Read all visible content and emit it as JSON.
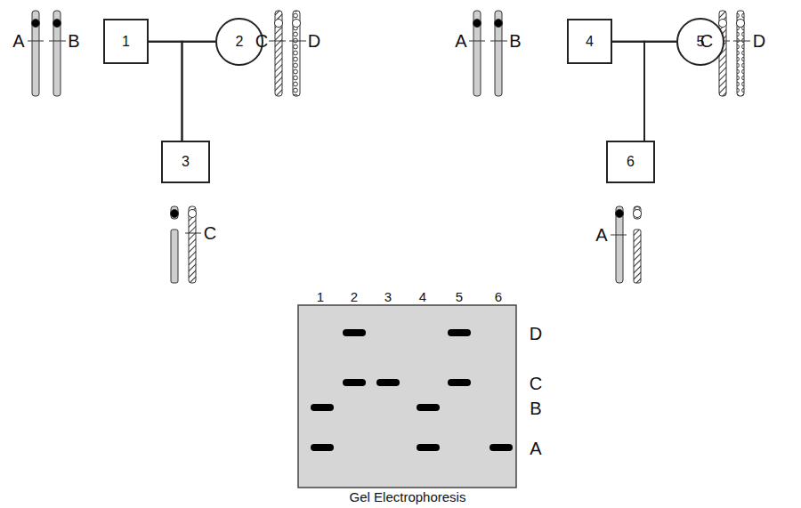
{
  "diagram": {
    "nodes": [
      {
        "text": [
          "1"
        ]
      },
      {
        "text": [
          "2"
        ]
      },
      {
        "text": [
          "3"
        ]
      },
      {
        "text": [
          "4"
        ]
      },
      {
        "text": [
          "5"
        ]
      },
      {
        "text": [
          "6"
        ]
      }
    ],
    "edges": [
      {
        "from": 0,
        "to": 1,
        "arrow": "none"
      },
      {
        "from": 0,
        "to": 2,
        "arrow": "none"
      },
      {
        "from": 1,
        "to": 2,
        "arrow": "none"
      },
      {
        "from": 3,
        "to": 4,
        "arrow": "none"
      },
      {
        "from": 3,
        "to": 5,
        "arrow": "none"
      },
      {
        "from": 4,
        "to": 5,
        "arrow": "none"
      }
    ],
    "labels": [
      "A",
      "B",
      "C",
      "D",
      "C",
      "A",
      "A",
      "B",
      "C",
      "D",
      "1",
      "2",
      "3",
      "4",
      "5",
      "6",
      "D",
      "C",
      "B",
      "A",
      "Gel Electrophoresis"
    ]
  }
}
